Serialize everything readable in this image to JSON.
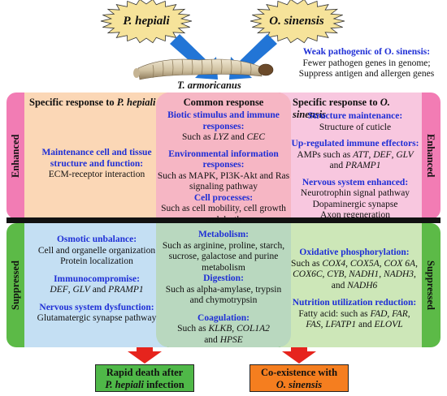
{
  "top": {
    "left_fungus": "P. hepiali",
    "right_fungus": "O. sinensis",
    "host": "T. armoricanus",
    "weak_title": "Weak pathogenic of O. sinensis:",
    "weak_line1": "Fewer pathogen genes in genome;",
    "weak_line2": "Suppress antigen and allergen genes"
  },
  "colors": {
    "enhanced_side": "#f27cb4",
    "left_enhanced": "#fbd7b6",
    "center_enhanced": "#f6b6c4",
    "right_enhanced": "#f8c7df",
    "suppressed_side": "#5cba47",
    "left_suppressed": "#c4dff3",
    "center_suppressed": "#b9d8bf",
    "right_suppressed": "#cde7b8",
    "arrow_blue": "#2275d6",
    "arrow_red": "#e6241d",
    "outcome_green": "#4fb848",
    "outcome_orange": "#f57e1f",
    "sun_fill": "#f6e39a",
    "title_blue": "#1f2fd6"
  },
  "labels": {
    "enhanced": "Enhanced",
    "suppressed": "Suppressed"
  },
  "headers": {
    "left": "Specific response to",
    "left_species": "P. hepiali",
    "center": "Common response",
    "right": "Specific response to",
    "right_species": "O. sinensis"
  },
  "enh_left": {
    "title1": "Maintenance cell and tissue",
    "title2": "structure and function:",
    "body": "ECM-receptor interaction"
  },
  "enh_center": {
    "b1_title1": "Biotic stimulus and immune",
    "b1_title2": "responses:",
    "b1_pre": "Such as",
    "b1_gene1": "LYZ",
    "b1_and": "and",
    "b1_gene2": "CEC",
    "b2_title1": "Environmental information",
    "b2_title2": "responses:",
    "b2_line1": "Such as MAPK, PI3K-Akt and Ras",
    "b2_line2": "signaling pathway",
    "b3_title": "Cell processes:",
    "b3_line1": "Such as cell mobility, cell growth",
    "b3_line2": "and death"
  },
  "enh_right": {
    "b1_title": "Structure maintenance:",
    "b1_body": "Structure of cuticle",
    "b2_title1": "Up-regulated immune effectors:",
    "b2_pre": "AMPs such as",
    "b2_g1": "ATT",
    "b2_g2": "DEF",
    "b2_g3": "GLV",
    "b2_and": "and",
    "b2_g4": "PRAMP1",
    "b3_title": "Nervous system enhanced:",
    "b3_l1": "Neurotrophin signal pathway",
    "b3_l2": "Dopaminergic synapse",
    "b3_l3": "Axon regeneration"
  },
  "sup_left": {
    "b1_title": "Osmotic unbalance:",
    "b1_l1": "Cell and organelle organization",
    "b1_l2": "Protein localization",
    "b2_title": "Immunocompromise:",
    "b2_g1": "DEF",
    "b2_g2": "GLV",
    "b2_and": "and",
    "b2_g3": "PRAMP1",
    "b3_title": "Nervous system dysfunction:",
    "b3_l1": "Glutamatergic synapse pathway"
  },
  "sup_center": {
    "b1_title": "Metabolism:",
    "b1_l1": "Such as arginine, proline, starch,",
    "b1_l2": "sucrose, galactose and purine",
    "b1_l3": "metabolism",
    "b2_title": "Digestion:",
    "b2_l1": "Such as alpha-amylase, trypsin",
    "b2_l2": "and chymotrypsin",
    "b3_title": "Coagulation:",
    "b3_pre": "Such as",
    "b3_g1": "KLKB",
    "b3_g2": "COL1A2",
    "b3_and": "and",
    "b3_g3": "HPSE"
  },
  "sup_right": {
    "b1_title": "Oxidative phosphorylation:",
    "b1_pre": "Such as",
    "b1_g1": "COX4",
    "b1_g2": "COX5A",
    "b1_g3": "COX 6A",
    "b1_g4": "COX6C",
    "b1_g5": "CYB",
    "b1_g6": "NADH1",
    "b1_g7": "NADH3",
    "b1_and": "and",
    "b1_g8": "NADH6",
    "b2_title": "Nutrition utilization reduction:",
    "b2_pre": "Fatty acid: such as",
    "b2_g1": "FAD",
    "b2_g2": "FAR",
    "b2_g3": "FAS",
    "b2_g4": "LFATP1",
    "b2_and": "and",
    "b2_g5": "ELOVL"
  },
  "outcomes": {
    "left_l1": "Rapid death after",
    "left_species": "P. hepiali",
    "left_l2": "infection",
    "right_l1": "Co-existence with",
    "right_species": "O. sinensis"
  }
}
